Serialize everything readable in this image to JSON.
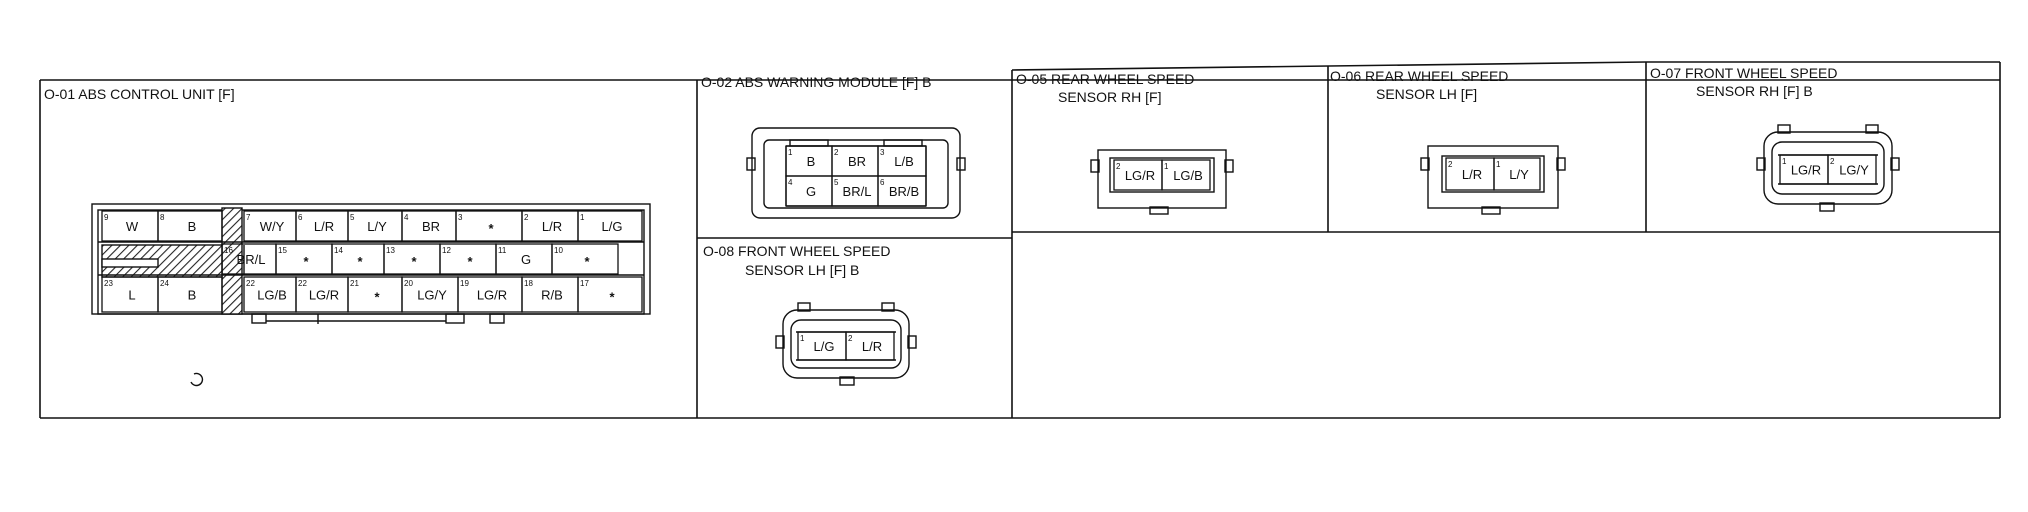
{
  "colors": {
    "ink": "#111111",
    "background": "#ffffff",
    "hatch": "#222222"
  },
  "panels": {
    "o01": {
      "title": "O-01 ABS CONTROL UNIT [F]",
      "row1": [
        {
          "num": "9",
          "label": "W"
        },
        {
          "num": "8",
          "label": "B"
        },
        {
          "num": "7",
          "label": "W/Y"
        },
        {
          "num": "6",
          "label": "L/R"
        },
        {
          "num": "5",
          "label": "L/Y"
        },
        {
          "num": "4",
          "label": "BR"
        },
        {
          "num": "3",
          "label": "*"
        },
        {
          "num": "2",
          "label": "L/R"
        },
        {
          "num": "1",
          "label": "L/G"
        }
      ],
      "row2": [
        {
          "num": "16",
          "label": "BR/L"
        },
        {
          "num": "15",
          "label": "*"
        },
        {
          "num": "14",
          "label": "*"
        },
        {
          "num": "13",
          "label": "*"
        },
        {
          "num": "12",
          "label": "*"
        },
        {
          "num": "11",
          "label": "G"
        },
        {
          "num": "10",
          "label": "*"
        }
      ],
      "row3": [
        {
          "num": "23",
          "label": "L"
        },
        {
          "num": "24",
          "label": "B"
        },
        {
          "num": "22",
          "label": "LG/B"
        },
        {
          "num": "22",
          "label": "LG/R"
        },
        {
          "num": "21",
          "label": "*"
        },
        {
          "num": "20",
          "label": "LG/Y"
        },
        {
          "num": "19",
          "label": "LG/R"
        },
        {
          "num": "18",
          "label": "R/B"
        },
        {
          "num": "17",
          "label": "*"
        }
      ]
    },
    "o02": {
      "title": "O-02 ABS WARNING MODULE [F] B",
      "pins": [
        {
          "num": "1",
          "label": "B"
        },
        {
          "num": "2",
          "label": "BR"
        },
        {
          "num": "3",
          "label": "L/B"
        },
        {
          "num": "4",
          "label": "G"
        },
        {
          "num": "5",
          "label": "BR/L"
        },
        {
          "num": "6",
          "label": "BR/B"
        }
      ]
    },
    "o05": {
      "title_line1": "O-05 REAR WHEEL SPEED",
      "title_line2": "SENSOR RH [F]",
      "pins": [
        {
          "num": "2",
          "label": "LG/R"
        },
        {
          "num": "1",
          "label": "LG/B"
        }
      ]
    },
    "o06": {
      "title_line1": "O-06 REAR WHEEL SPEED",
      "title_line2": "SENSOR LH [F]",
      "pins": [
        {
          "num": "2",
          "label": "L/R"
        },
        {
          "num": "1",
          "label": "L/Y"
        }
      ]
    },
    "o07": {
      "title_line1": "O-07 FRONT WHEEL SPEED",
      "title_line2": "SENSOR RH [F] B",
      "pins": [
        {
          "num": "1",
          "label": "LG/R"
        },
        {
          "num": "2",
          "label": "LG/Y"
        }
      ]
    },
    "o08": {
      "title_line1": "O-08 FRONT WHEEL SPEED",
      "title_line2": "SENSOR LH [F] B",
      "pins": [
        {
          "num": "1",
          "label": "L/G"
        },
        {
          "num": "2",
          "label": "L/R"
        }
      ]
    }
  }
}
